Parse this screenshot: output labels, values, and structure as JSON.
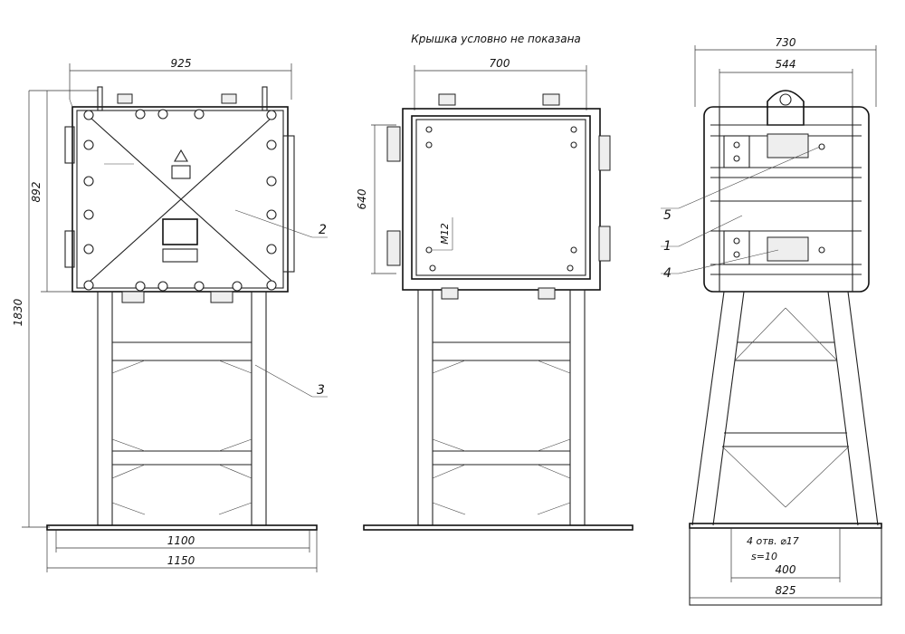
{
  "note": "Крышка условно не показана",
  "front_view": {
    "dim_width": "925",
    "dim_box_height": "892",
    "dim_total_height": "1830",
    "dim_base_inner": "1100",
    "dim_base_outer": "1150",
    "label_cabinet": "2",
    "label_stand": "3"
  },
  "middle_view": {
    "dim_width": "700",
    "dim_height": "640",
    "thread_label": "M12"
  },
  "side_view": {
    "dim_outer": "730",
    "dim_inner": "544",
    "label_5": "5",
    "label_1": "1",
    "label_4": "4",
    "holes_note": "4 отв. ⌀17",
    "thickness_note": "s=10",
    "dim_holes": "400",
    "dim_base": "825"
  },
  "colors": {
    "line": "#222222",
    "background": "#ffffff"
  }
}
